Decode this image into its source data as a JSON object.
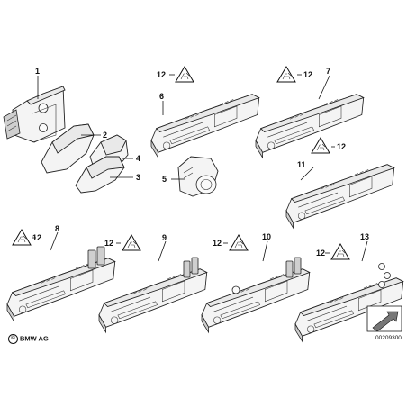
{
  "callouts": [
    "1",
    "2",
    "3",
    "4",
    "5",
    "6",
    "7",
    "8",
    "9",
    "10",
    "11",
    "12",
    "13"
  ],
  "warning_symbol": "warning-triangle-with-seat-icon",
  "copyright": {
    "symbol": "©",
    "text": "BMW AG"
  },
  "drawing_number": "00209300"
}
